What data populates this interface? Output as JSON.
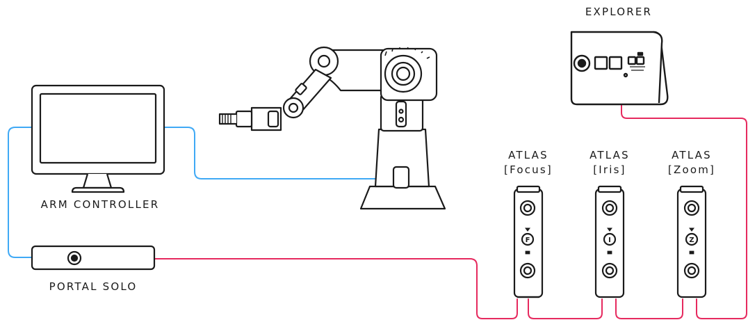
{
  "labels": {
    "explorer": "EXPLORER",
    "arm_controller": "ARM CONTROLLER",
    "portal_solo": "PORTAL SOLO",
    "atlas_focus": {
      "name": "ATLAS",
      "role": "[Focus]"
    },
    "atlas_iris": {
      "name": "ATLAS",
      "role": "[Iris]"
    },
    "atlas_zoom": {
      "name": "ATLAS",
      "role": "[Zoom]"
    }
  },
  "atlas_letters": {
    "focus": "F",
    "iris": "I",
    "zoom": "Z"
  },
  "colors": {
    "usb_cable": "#3fa9f5",
    "control_cable": "#e6295e",
    "outline": "#1a1a1a"
  }
}
